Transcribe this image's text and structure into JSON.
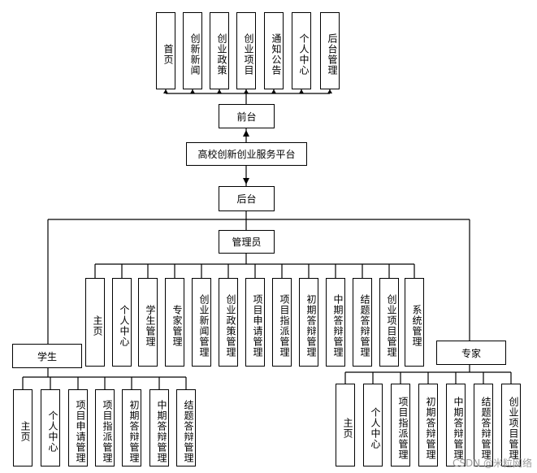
{
  "frontend": {
    "label": "前台",
    "items": [
      "首页",
      "创新新闻",
      "创业政策",
      "创业项目",
      "通知公告",
      "个人中心",
      "后台管理"
    ]
  },
  "platform": {
    "label": "高校创新创业服务平台"
  },
  "backend": {
    "label": "后台"
  },
  "admin": {
    "label": "管理员",
    "items": [
      "主页",
      "个人中心",
      "学生管理",
      "专家管理",
      "创业新闻管理",
      "创业政策管理",
      "项目申请管理",
      "项目指派管理",
      "初期答辩管理",
      "中期答辩管理",
      "结题答辩管理",
      "创业项目管理",
      "系统管理"
    ]
  },
  "student": {
    "label": "学生",
    "items": [
      "主页",
      "个人中心",
      "项目申请管理",
      "项目指派管理",
      "初期答辩管理",
      "中期答辩管理",
      "结题答辩管理"
    ]
  },
  "expert": {
    "label": "专家",
    "items": [
      "主页",
      "个人中心",
      "项目指派管理",
      "初期答辩管理",
      "中期答辩管理",
      "结题答辩管理",
      "创业项目管理"
    ]
  },
  "watermark": "CSDN @米粒网络"
}
